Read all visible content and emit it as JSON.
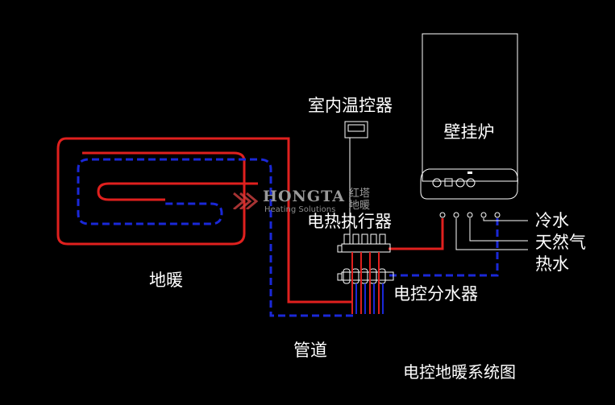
{
  "labels": {
    "thermostat": "室内温控器",
    "boiler": "壁挂炉",
    "actuator": "电热执行器",
    "floor_heating": "地暖",
    "manifold": "电控分水器",
    "pipes": "管道",
    "cold_water": "冷水",
    "natural_gas": "天然气",
    "hot_water": "热水",
    "caption": "电控地暖系统图"
  },
  "watermark": {
    "brand": "HONGTA",
    "chinese": "红塔地暖",
    "subtitle": "Heating Solutions"
  },
  "colors": {
    "supply": "#e0201e",
    "return": "#1a28d8",
    "outline": "#ffffff",
    "background": "#000000"
  }
}
